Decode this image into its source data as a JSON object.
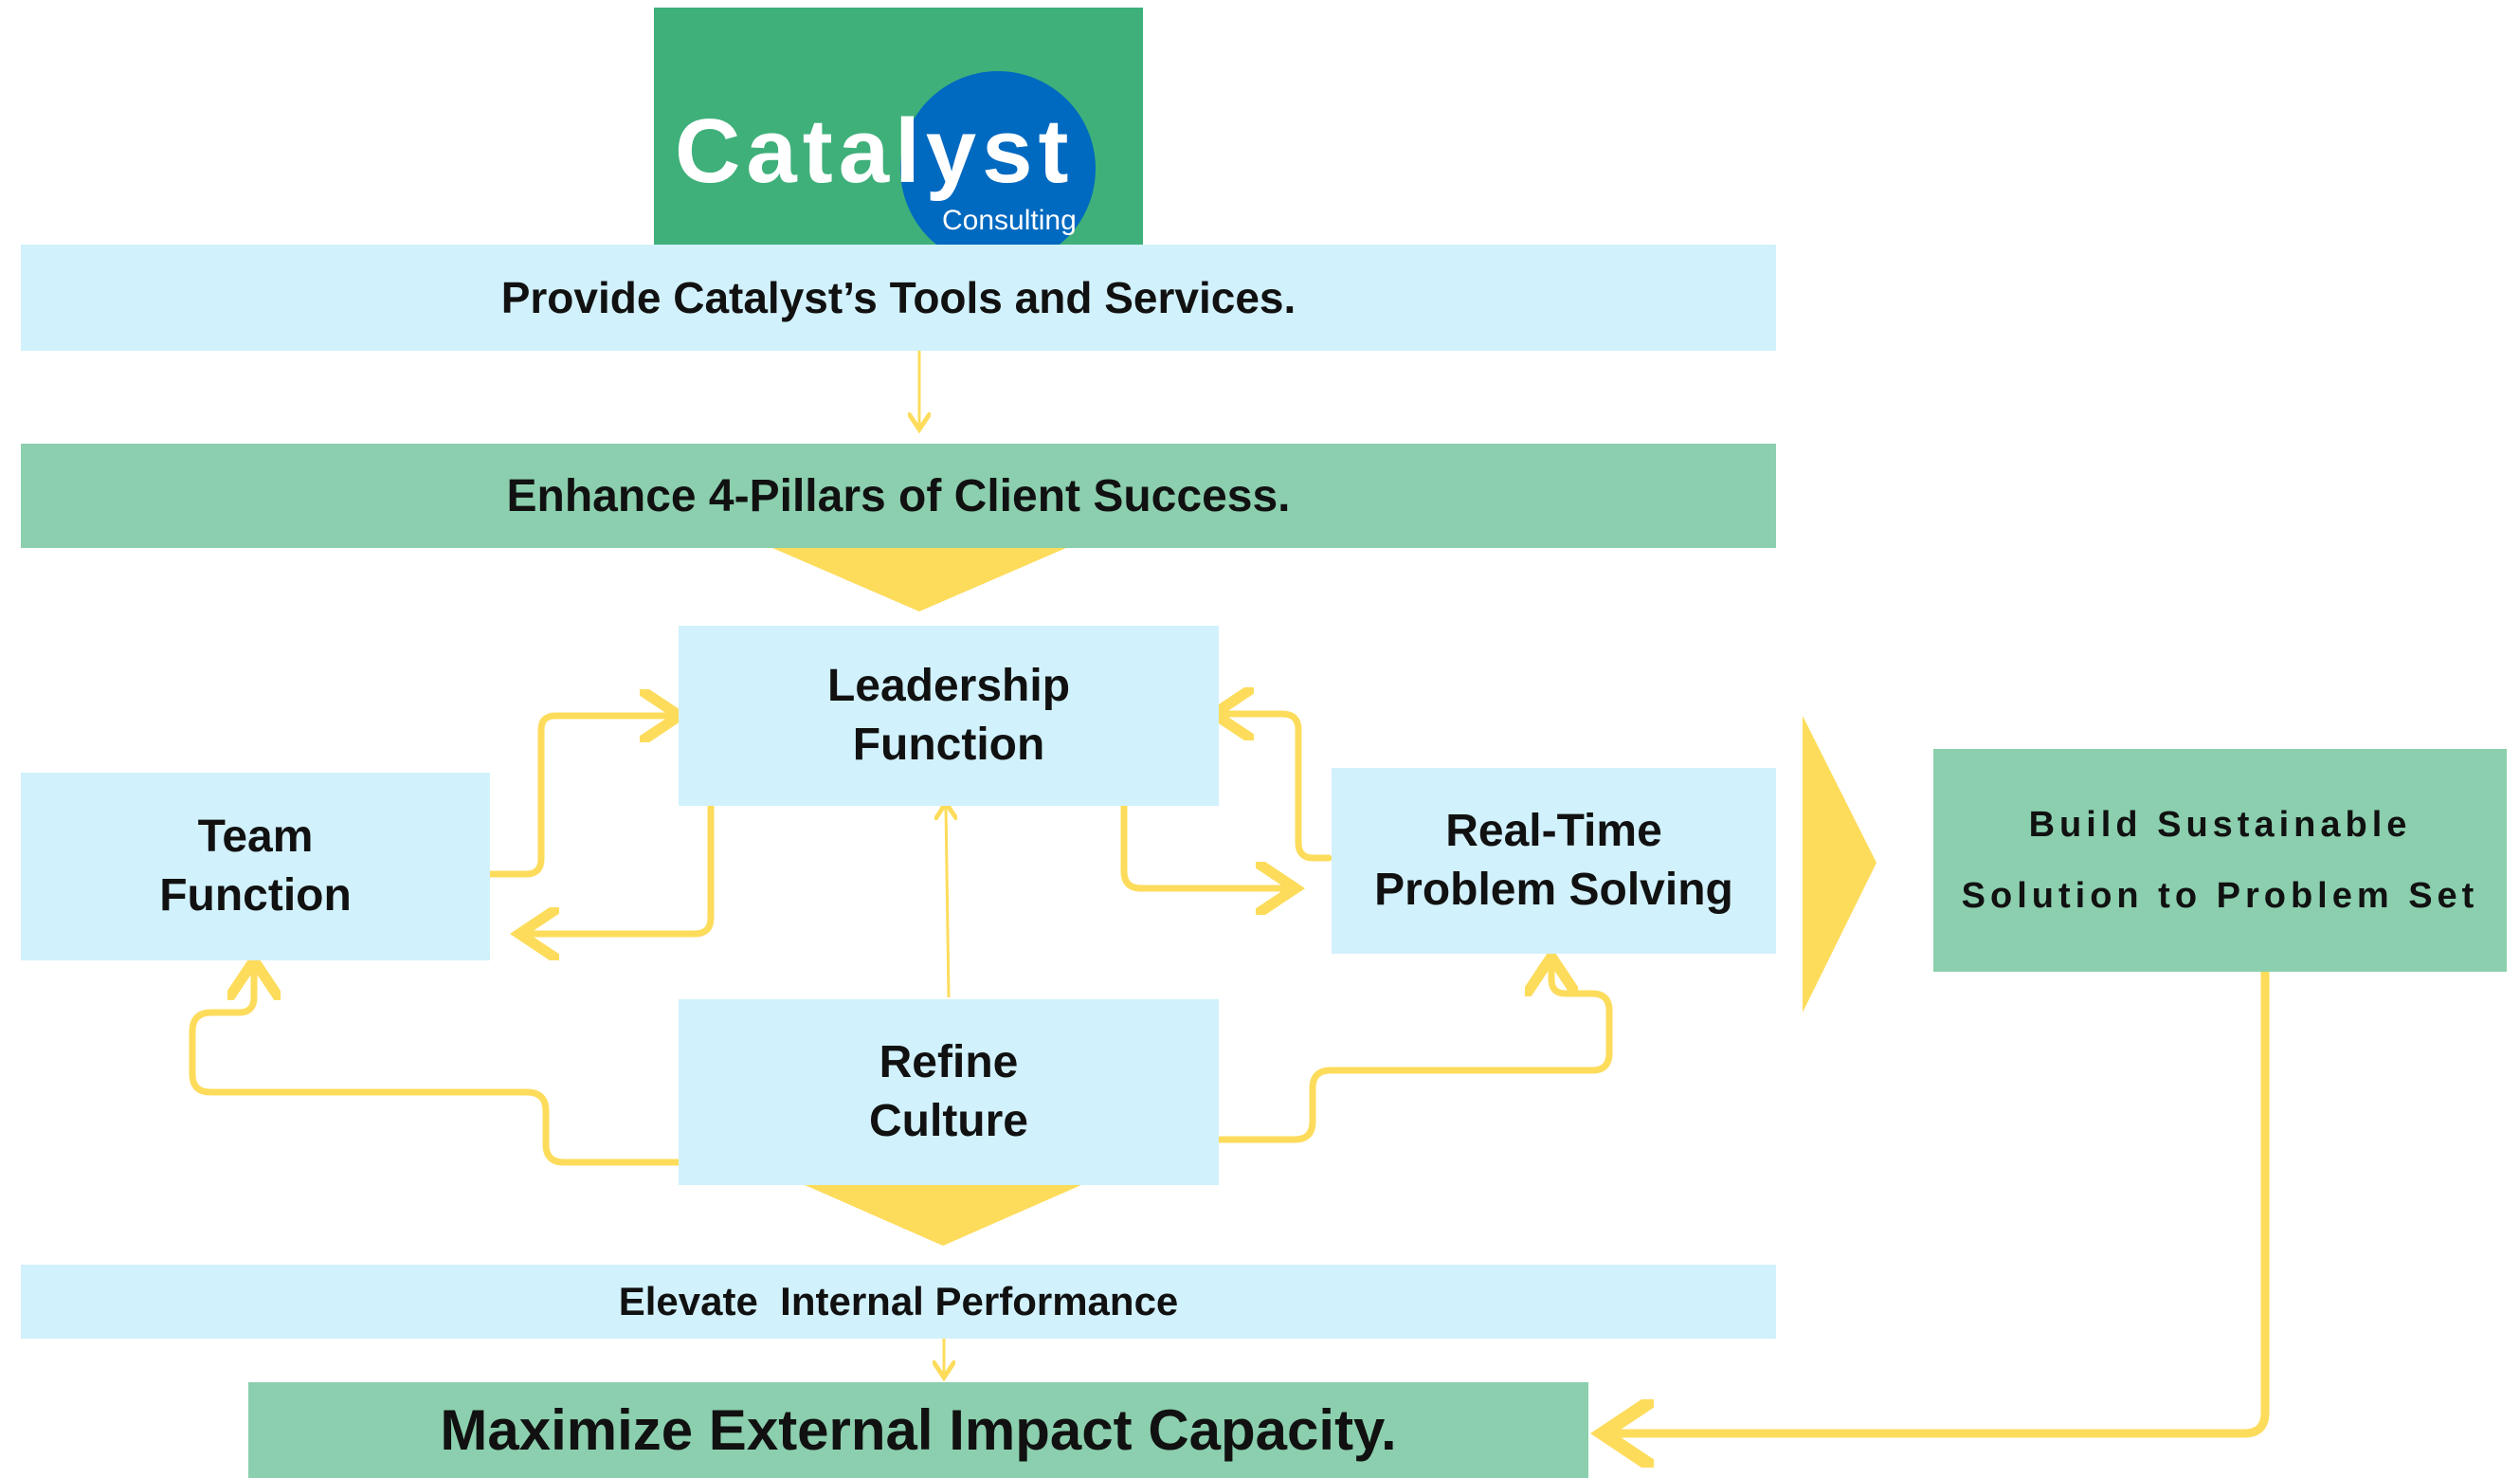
{
  "logo": {
    "word": "Catalyst",
    "sub": "Consulting",
    "colors": {
      "background": "#3fb07a",
      "circle": "#0069c0"
    }
  },
  "boxes": {
    "tools": "Provide Catalyst’s Tools and Services.",
    "pillars": "Enhance 4-Pillars of Client Success.",
    "leadership": [
      "Leadership",
      "Function"
    ],
    "team": [
      "Team",
      "Function"
    ],
    "realtime": [
      "Real-Time",
      "Problem Solving"
    ],
    "culture": [
      "Refine",
      "Culture"
    ],
    "build": [
      "Build Sustainable",
      "Solution to Problem Set"
    ],
    "internal": "Elevate  Internal Performance",
    "external": "Maximize External Impact Capacity."
  },
  "colors": {
    "light_box": "#d1f1fc",
    "green_box": "#8bcfae",
    "arrow": "#fddc5c",
    "text": "#111111"
  }
}
